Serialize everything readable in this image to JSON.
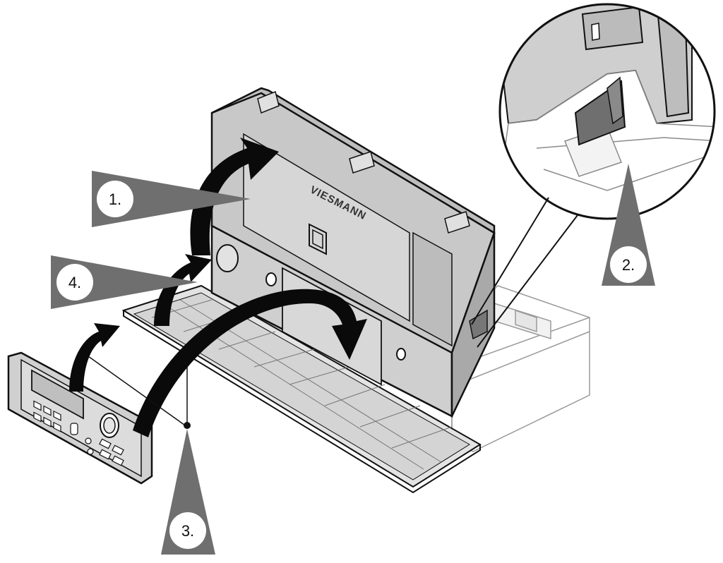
{
  "diagram": {
    "brand_text": "VIESMANN",
    "colors": {
      "housing_fill": "#cfcfcf",
      "housing_dark": "#a9a9a9",
      "outline": "#111111",
      "callout_gray": "#6f6f6f",
      "arrow": "#0a0a0a",
      "background": "#ffffff"
    },
    "steps": [
      {
        "id": "1",
        "label": "1."
      },
      {
        "id": "2",
        "label": "2."
      },
      {
        "id": "3",
        "label": "3."
      },
      {
        "id": "4",
        "label": "4."
      }
    ]
  }
}
